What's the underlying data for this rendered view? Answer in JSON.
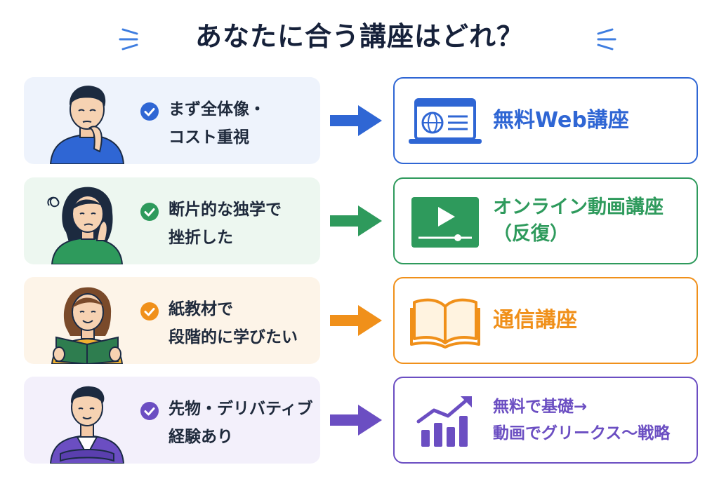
{
  "title": "あなたに合う講座はどれ？",
  "rows": [
    {
      "persona_line1": "まず全体像・",
      "persona_line2": "コスト重視",
      "course_line1": "無料Web講座",
      "course_line2": "",
      "accent": "#2f66d4",
      "card_bg": "#eef3fc",
      "icon": "browser-globe-icon",
      "avatar": "man-thinking-avatar"
    },
    {
      "persona_line1": "断片的な独学で",
      "persona_line2": "挫折した",
      "course_line1": "オンライン動画講座",
      "course_line2": "（反復）",
      "accent": "#2e9a5c",
      "card_bg": "#edf7f0",
      "icon": "video-player-icon",
      "avatar": "woman-confused-avatar"
    },
    {
      "persona_line1": "紙教材で",
      "persona_line2": "段階的に学びたい",
      "course_line1": "通信講座",
      "course_line2": "",
      "accent": "#f0901a",
      "card_bg": "#fdf4e8",
      "icon": "open-book-icon",
      "avatar": "woman-reading-avatar"
    },
    {
      "persona_line1": "先物・デリバティブ",
      "persona_line2": "経験あり",
      "course_line1": "無料で基礎→",
      "course_line2": "動画でグリークス～戦略",
      "accent": "#6b4ec2",
      "card_bg": "#f3f0fb",
      "icon": "growth-chart-icon",
      "avatar": "man-arms-crossed-avatar"
    }
  ]
}
